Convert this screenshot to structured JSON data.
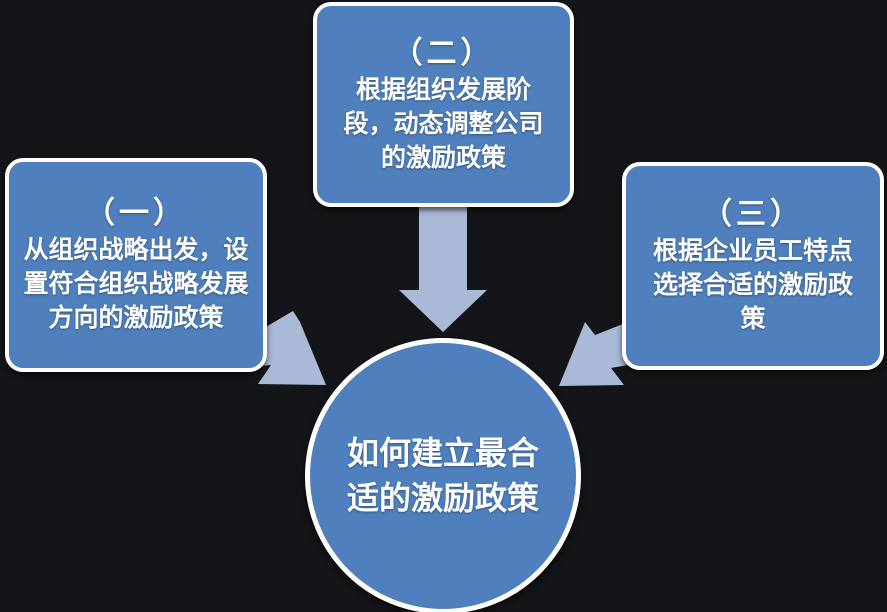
{
  "diagram": {
    "center": {
      "text": "如何建立最合适的激励政策"
    },
    "boxes": [
      {
        "number": "（一）",
        "text": "从组织战略出发，设置符合组织战略发展方向的激励政策"
      },
      {
        "number": "（二）",
        "text": "根据组织发展阶段，动态调整公司的激励政策"
      },
      {
        "number": "（三）",
        "text": "根据企业员工特点选择合适的激励政策"
      }
    ]
  },
  "colors": {
    "background": "#141519",
    "box_fill": "#4f80bd",
    "border": "#ffffff",
    "arrow": "#a9b9d6"
  }
}
